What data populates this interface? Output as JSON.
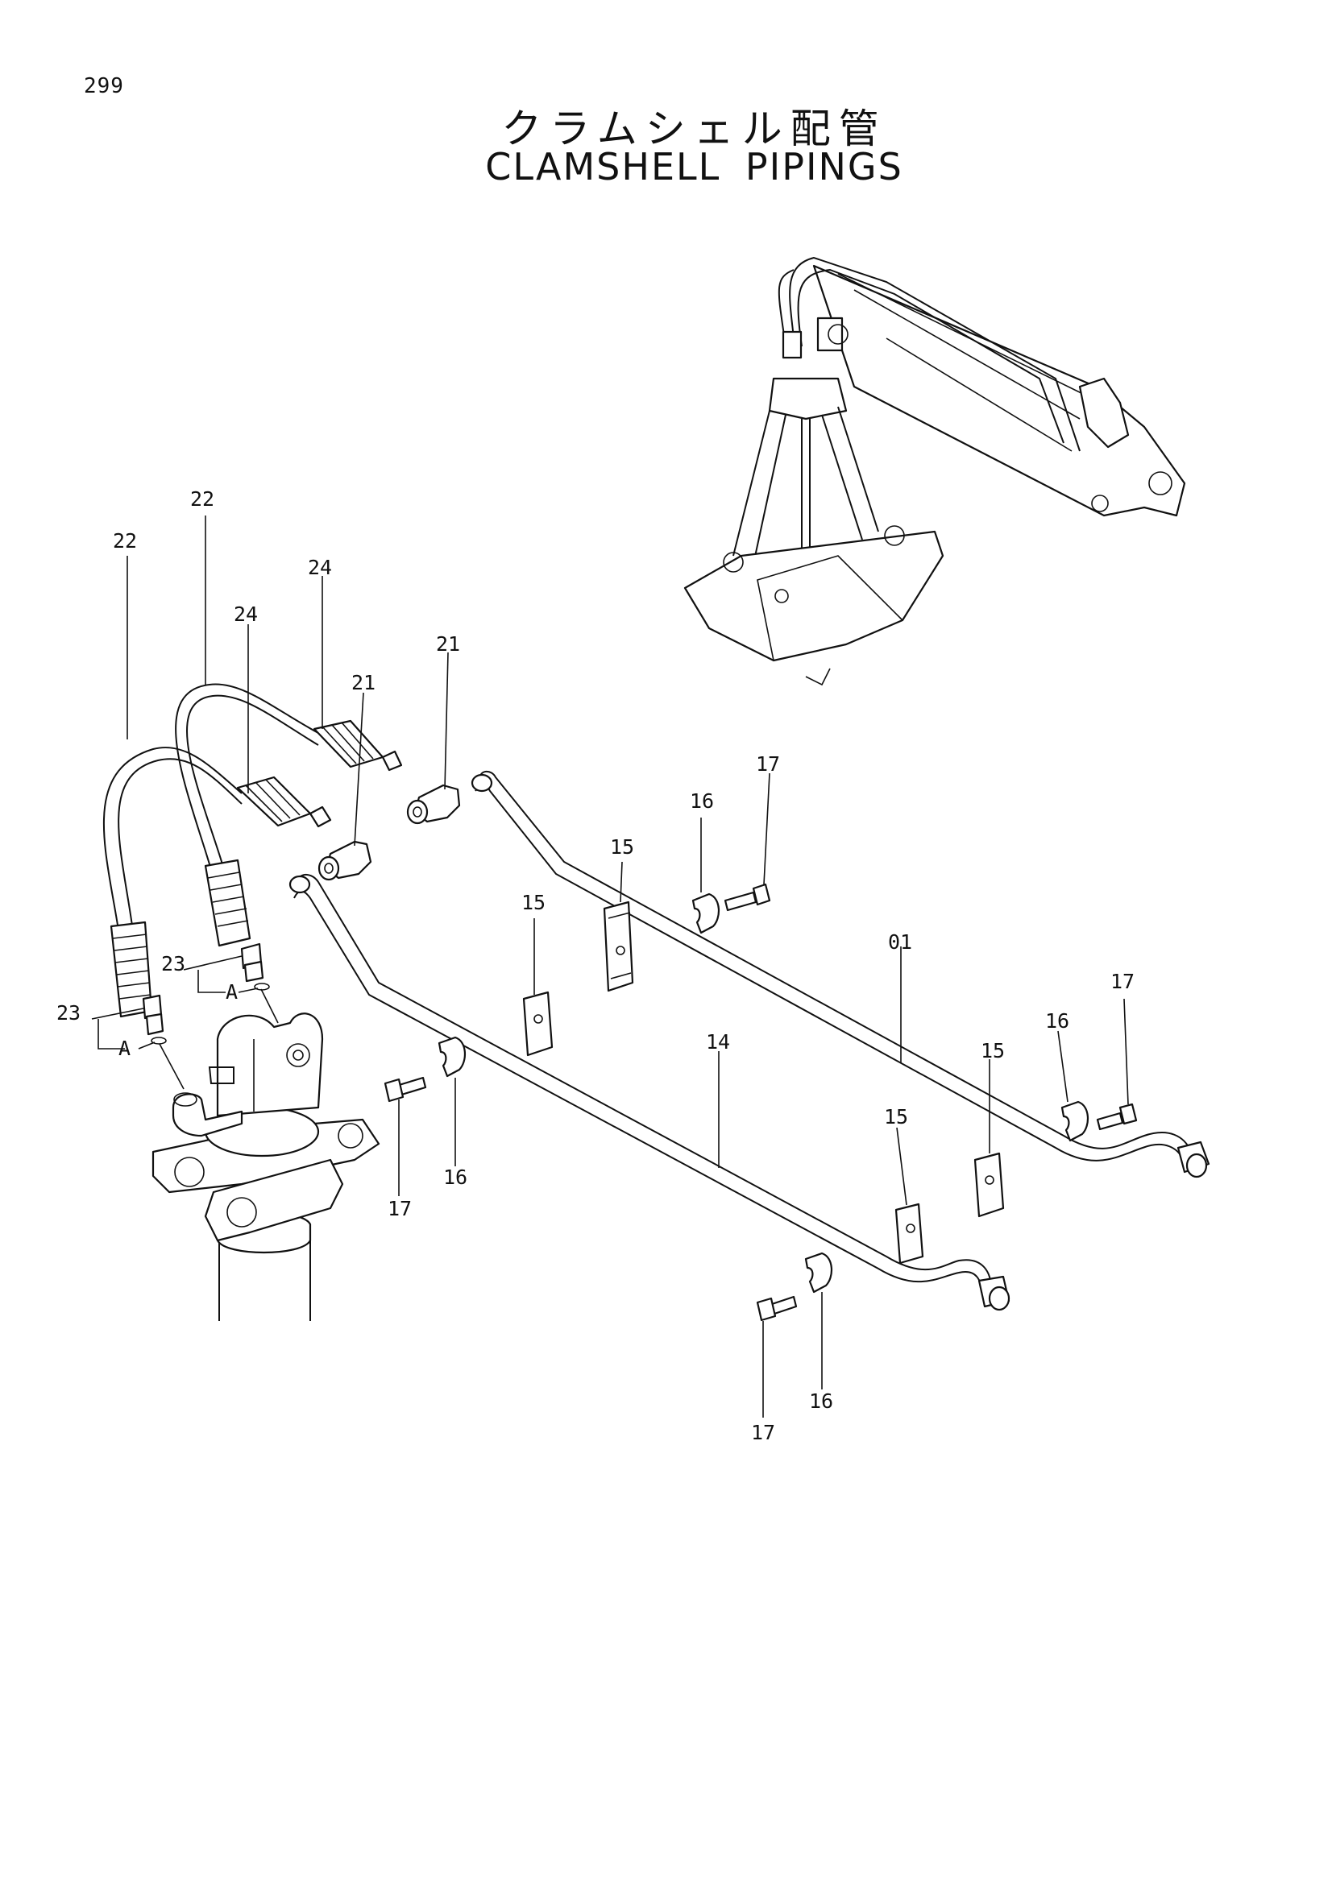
{
  "page_number": "299",
  "title_ja": "クラムシェル配管",
  "title_en": "CLAMSHELL PIPINGS",
  "callouts": {
    "c01": "01",
    "c14": "14",
    "c15": "15",
    "c16": "16",
    "c17": "17",
    "c21": "21",
    "c22": "22",
    "c23": "23",
    "c24": "24",
    "cA": "A"
  }
}
